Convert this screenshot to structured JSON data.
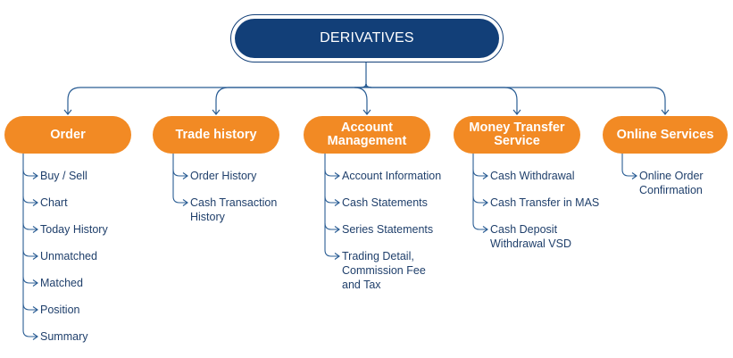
{
  "root": {
    "label": "DERIVATIVES"
  },
  "categories": [
    {
      "key": "order",
      "lines": [
        "Order"
      ],
      "items": [
        [
          "Buy /  Sell"
        ],
        [
          "Chart"
        ],
        [
          "Today History"
        ],
        [
          "Unmatched"
        ],
        [
          "Matched"
        ],
        [
          "Position"
        ],
        [
          "Summary"
        ]
      ]
    },
    {
      "key": "trade-history",
      "lines": [
        "Trade history"
      ],
      "items": [
        [
          "Order History"
        ],
        [
          "Cash Transaction",
          "History"
        ]
      ]
    },
    {
      "key": "account-management",
      "lines": [
        "Account",
        "Management"
      ],
      "items": [
        [
          "Account Information"
        ],
        [
          "Cash Statements"
        ],
        [
          "Series Statements"
        ],
        [
          "Trading Detail,",
          "Commission Fee",
          "and Tax"
        ]
      ]
    },
    {
      "key": "money-transfer-service",
      "lines": [
        "Money Transfer",
        "Service"
      ],
      "items": [
        [
          "Cash Withdrawal"
        ],
        [
          "Cash Transfer in MAS"
        ],
        [
          "Cash Deposit",
          "Withdrawal VSD"
        ]
      ]
    },
    {
      "key": "online-services",
      "lines": [
        "Online Services"
      ],
      "items": [
        [
          "Online Order",
          "Confirmation"
        ]
      ]
    }
  ],
  "colors": {
    "navy": "#123f78",
    "orange": "#f28a24",
    "line": "#2a5d94",
    "text": "#1f3f6b"
  }
}
